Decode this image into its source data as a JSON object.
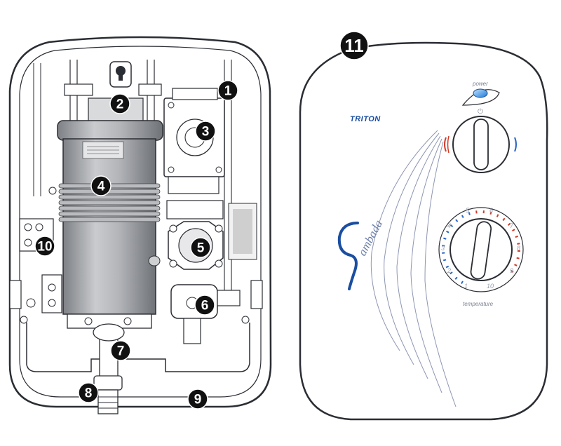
{
  "callouts": [
    {
      "id": "c1",
      "label": "1"
    },
    {
      "id": "c2",
      "label": "2"
    },
    {
      "id": "c3",
      "label": "3"
    },
    {
      "id": "c4",
      "label": "4"
    },
    {
      "id": "c5",
      "label": "5"
    },
    {
      "id": "c6",
      "label": "6"
    },
    {
      "id": "c7",
      "label": "7"
    },
    {
      "id": "c8",
      "label": "8"
    },
    {
      "id": "c9",
      "label": "9"
    },
    {
      "id": "c10",
      "label": "10"
    },
    {
      "id": "c11",
      "label": "11"
    }
  ],
  "cover": {
    "brand": "TRITON",
    "power_label": "power",
    "logo_text": "ambada",
    "temperature_label": "temperature",
    "dial_numbers": [
      "1",
      "2",
      "3",
      "4",
      "5",
      "6",
      "7",
      "8",
      "9",
      "10"
    ]
  },
  "colors": {
    "outline": "#2a2d33",
    "callout_fill": "#111111",
    "brand_blue": "#1a4ea0",
    "heater_gray": "#9a9ca0",
    "cold_blue": "#2a66c8",
    "hot_red": "#d23a2a"
  }
}
